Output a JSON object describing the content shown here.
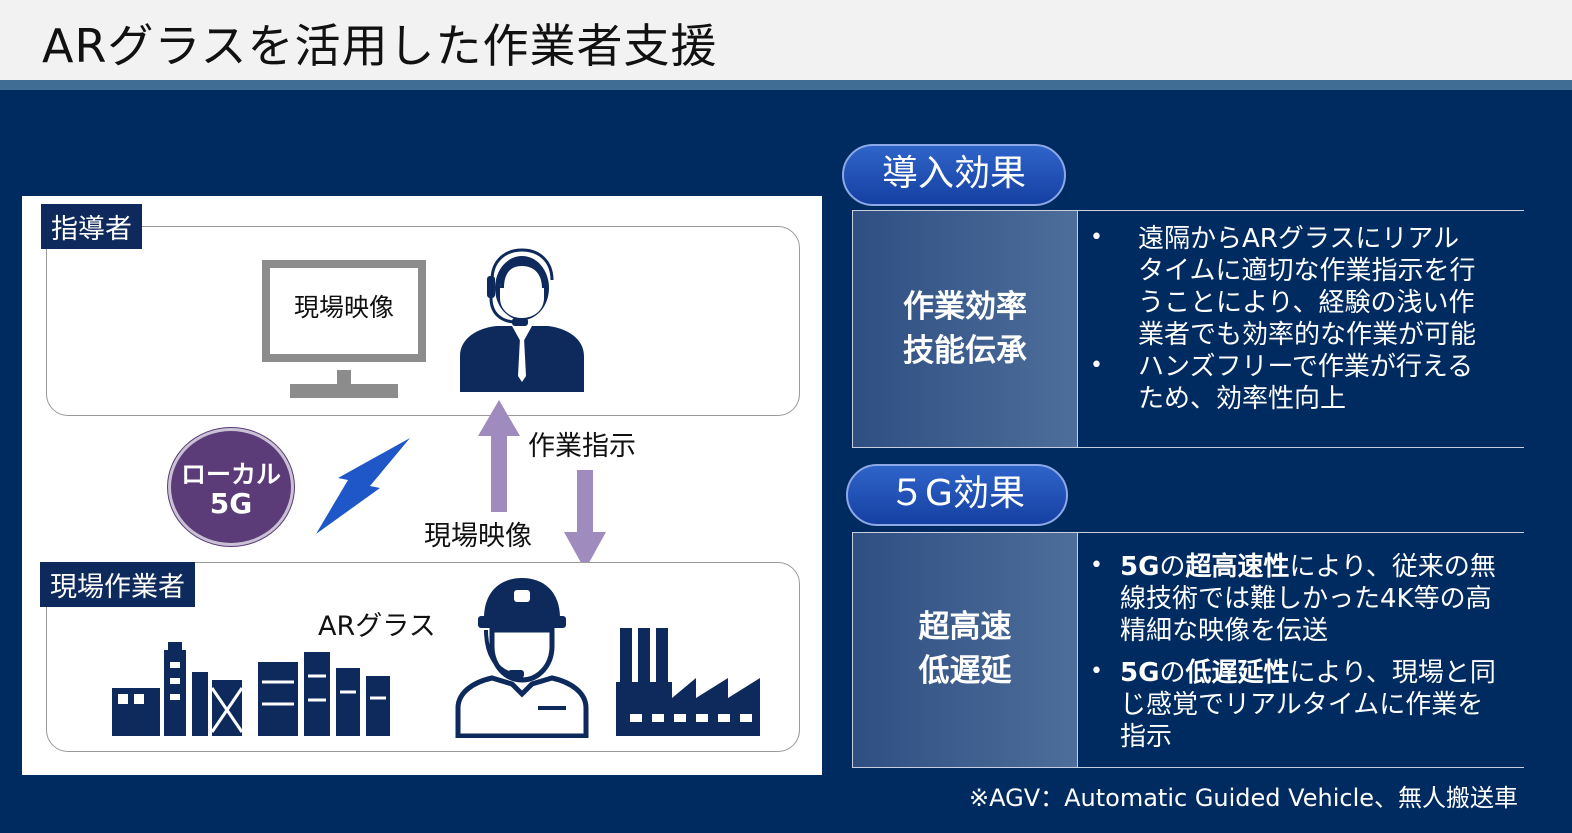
{
  "header": {
    "title": "ARグラスを活用した作業者支援"
  },
  "diagram": {
    "supervisor_label": "指導者",
    "monitor_label": "現場映像",
    "worker_label": "現場作業者",
    "ar_glass_label": "ARグラス",
    "instruction_label": "作業指示",
    "video_label": "現場映像",
    "badge_line1": "ローカル",
    "badge_line2": "5G"
  },
  "effects": {
    "title": "導入効果",
    "heading_line1": "作業効率",
    "heading_line2": "技能伝承",
    "bullet1_lines": [
      "遠隔からARグラスにリアル",
      "タイムに適切な作業指示を行",
      "うことにより、経験の浅い作",
      "業者でも効率的な作業が可能"
    ],
    "bullet2_lines": [
      "ハンズフリーで作業が行える",
      "ため、効率性向上"
    ]
  },
  "fiveg": {
    "title": "５G効果",
    "heading_line1": "超高速",
    "heading_line2": "低遅延",
    "bullet1": {
      "strong_a": "5G",
      "plain_a": "の",
      "strong_b": "超高速性",
      "plain_b": "により、従来の無",
      "line2": "線技術では難しかった4K等の高",
      "line3": "精細な映像を伝送"
    },
    "bullet2": {
      "strong_a": "5G",
      "plain_a": "の",
      "strong_b": "低遅延性",
      "plain_b": "により、現場と同",
      "line2": "じ感覚でリアルタイムに作業を",
      "line3": "指示"
    }
  },
  "footnote": "※AGV：Automatic Guided Vehicle、無人搬送車",
  "colors": {
    "background": "#002b60",
    "header_bar": "#f2f2f2",
    "header_rule": "#3f6d94",
    "navy_icon": "#0e2a5c",
    "arrow": "#a08bbf",
    "badge": "#5b3b78",
    "lightning": "#1f56c8"
  }
}
